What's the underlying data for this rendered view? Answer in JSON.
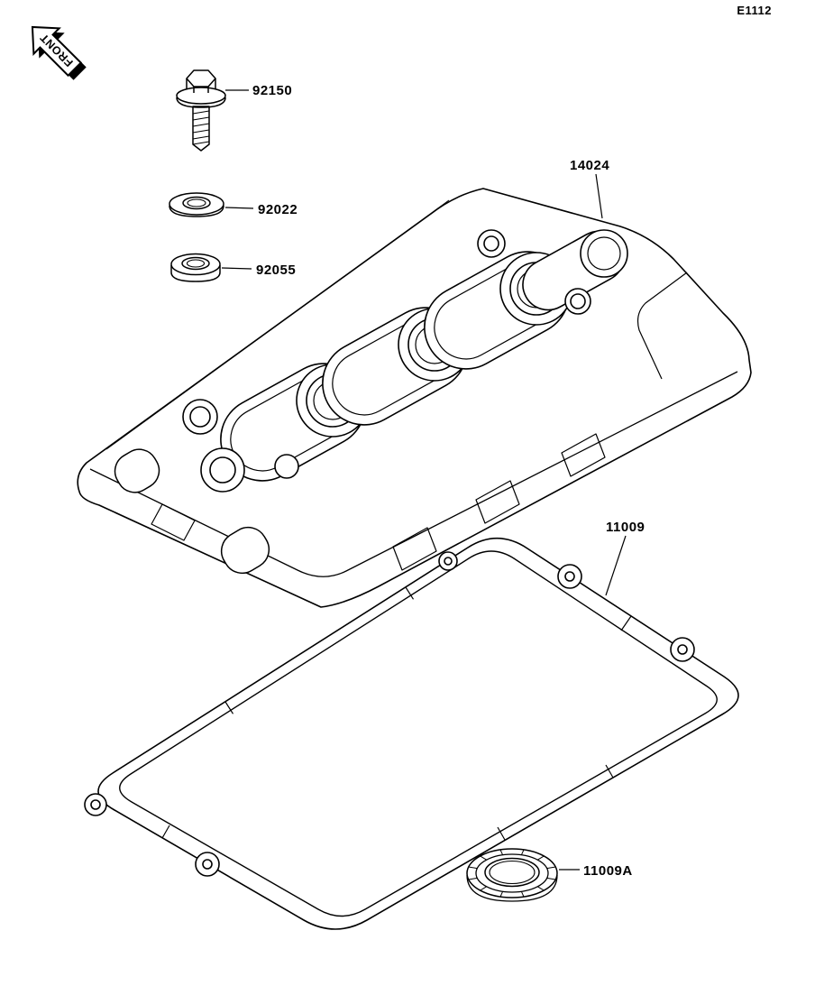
{
  "page_code": "E1112",
  "front_arrow": {
    "label": "FRONT"
  },
  "parts": {
    "bolt": "92150",
    "washer": "92022",
    "grommet": "92055",
    "cover": "14024",
    "gasket": "11009",
    "plug_gasket": "11009A"
  }
}
